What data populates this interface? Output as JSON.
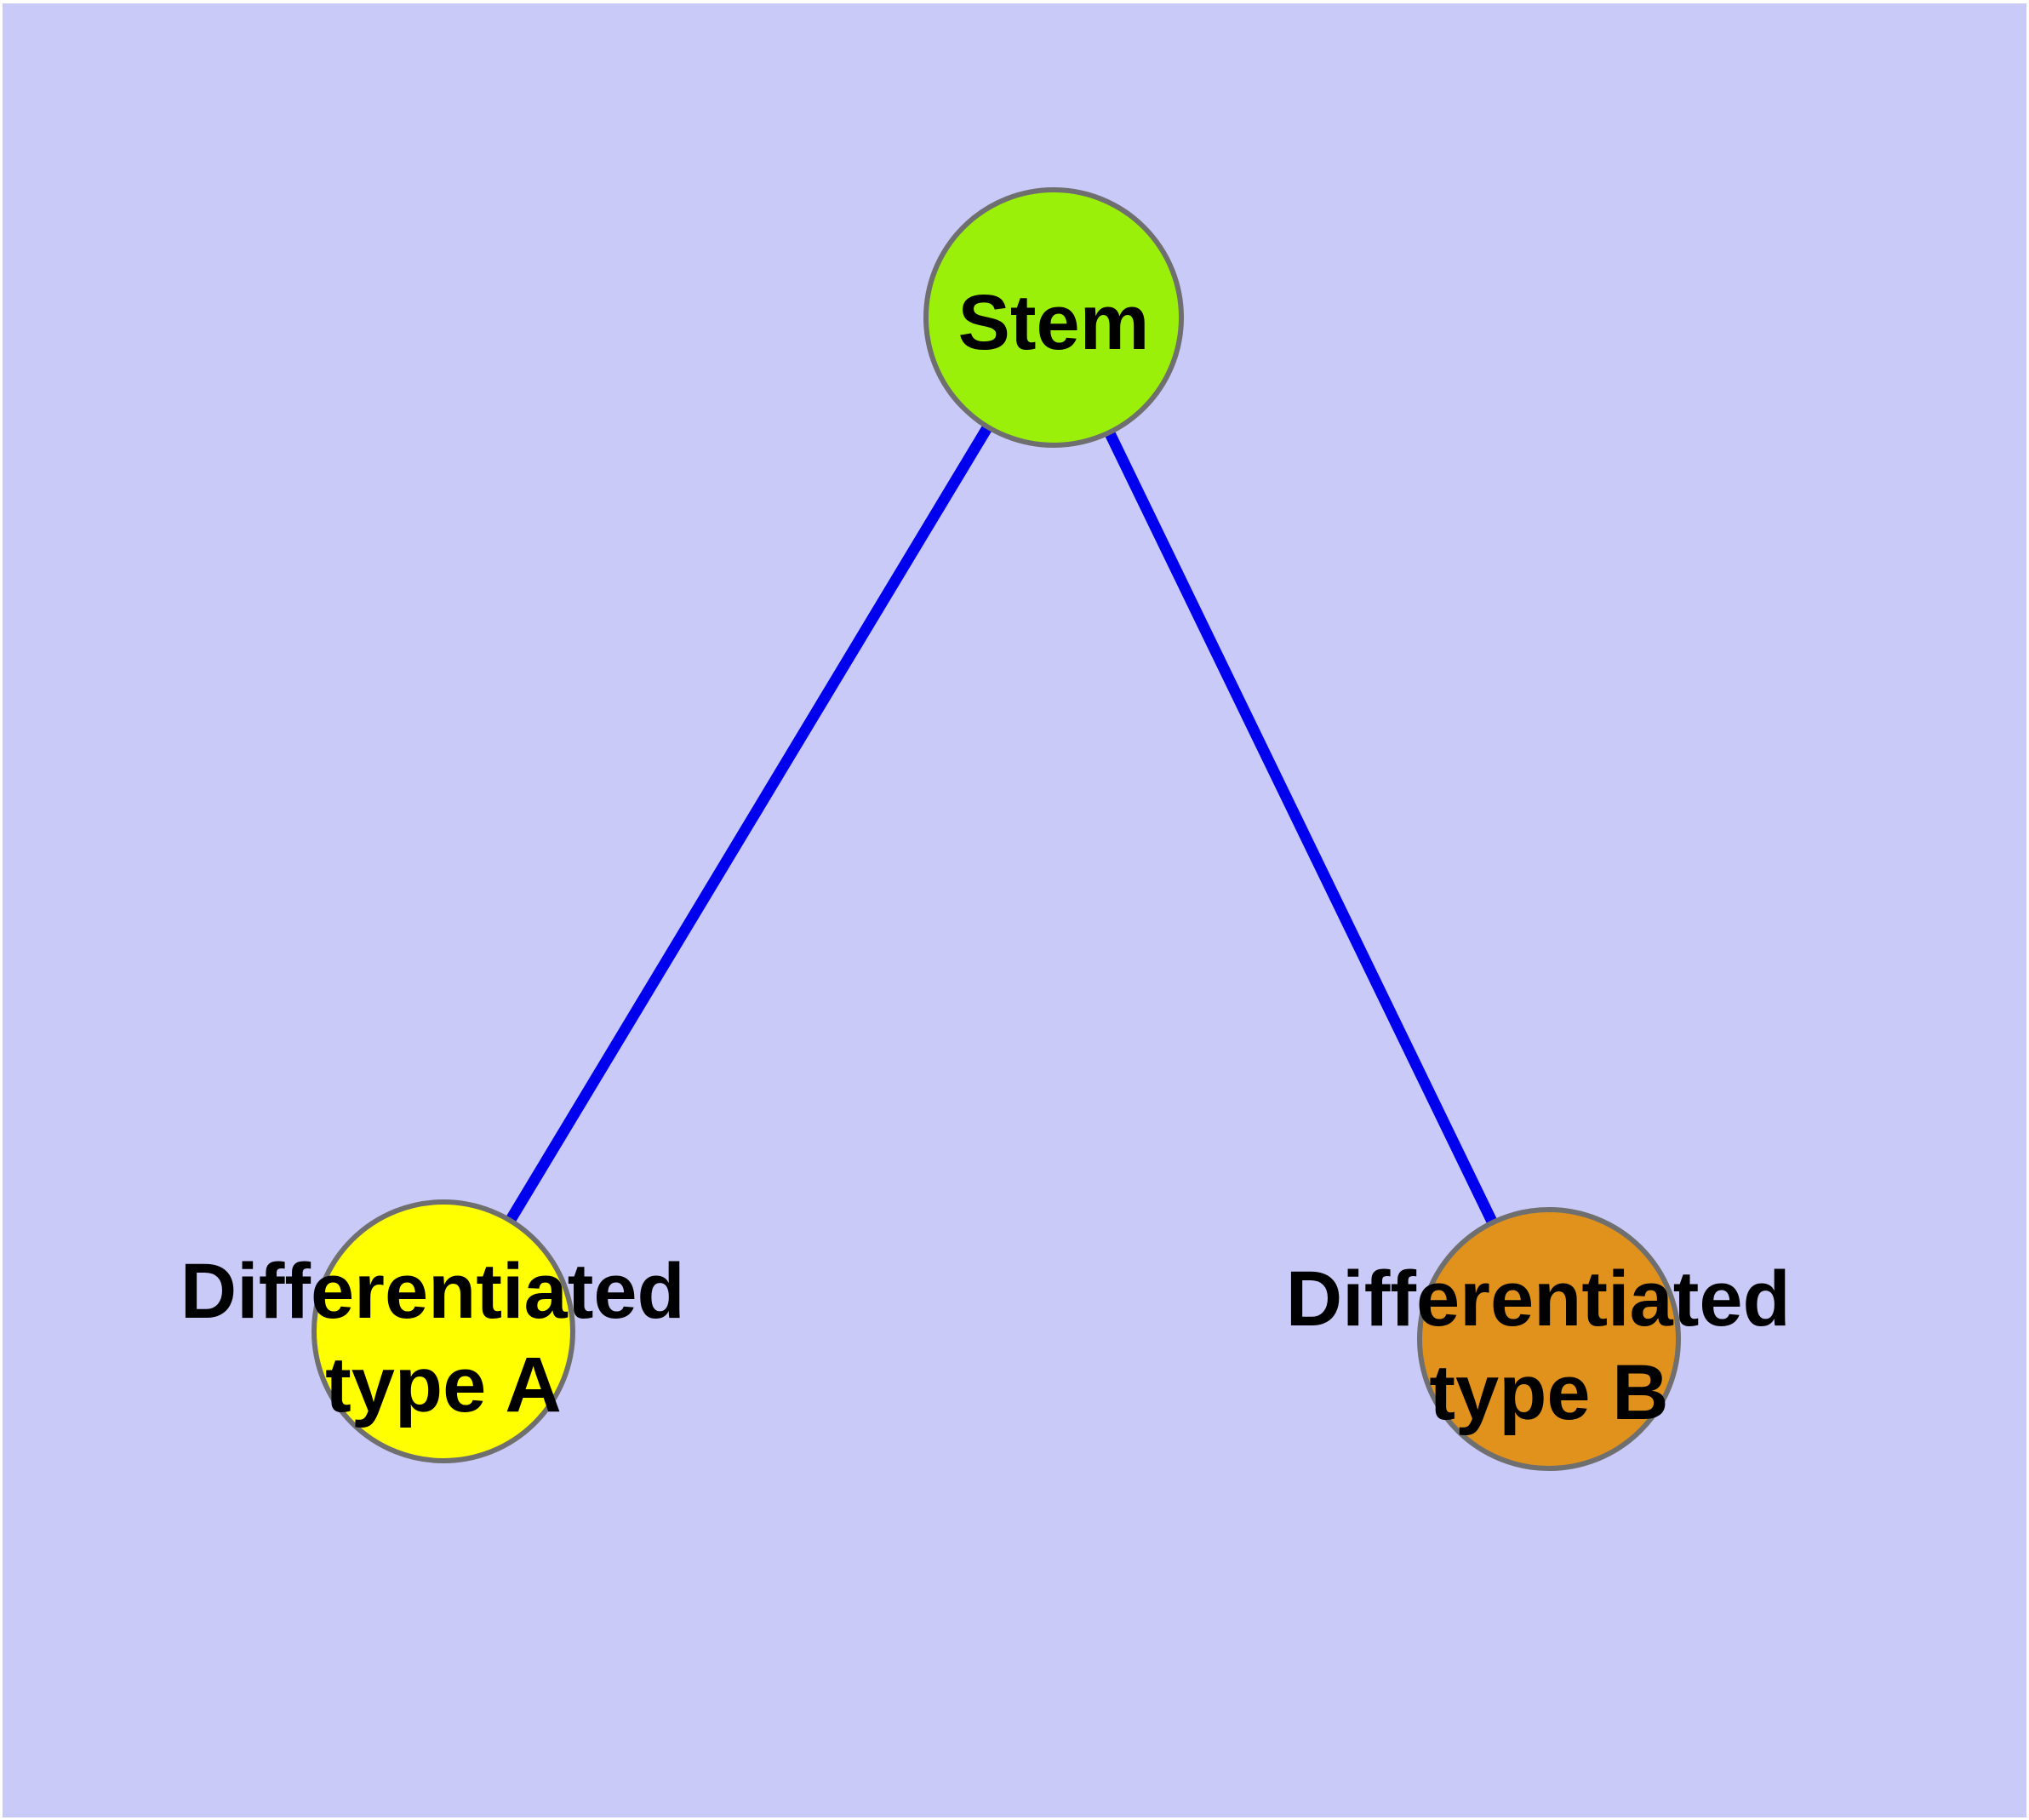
{
  "canvas": {
    "background_color": "#cacaf8",
    "margin_color": "#ffffff"
  },
  "diagram": {
    "type": "graph",
    "description": "Stem cell differentiation graph with one parent node connected to two differentiated type nodes",
    "edge_color": "#0000ee",
    "node_border_color": "#6f6f6f",
    "label_color": "#000000",
    "nodes": [
      {
        "id": "stem",
        "label": "Stem",
        "fill": "#9bf00a"
      },
      {
        "id": "differentiated-type-a",
        "label_line1": "Differentiated",
        "label_line2": "type A",
        "fill": "#ffff00"
      },
      {
        "id": "differentiated-type-b",
        "label_line1": "Differentiated",
        "label_line2": "type B",
        "fill": "#e0921d"
      }
    ],
    "edges": [
      {
        "from": "Stem",
        "to": "Differentiated type A"
      },
      {
        "from": "Stem",
        "to": "Differentiated type B"
      }
    ]
  }
}
